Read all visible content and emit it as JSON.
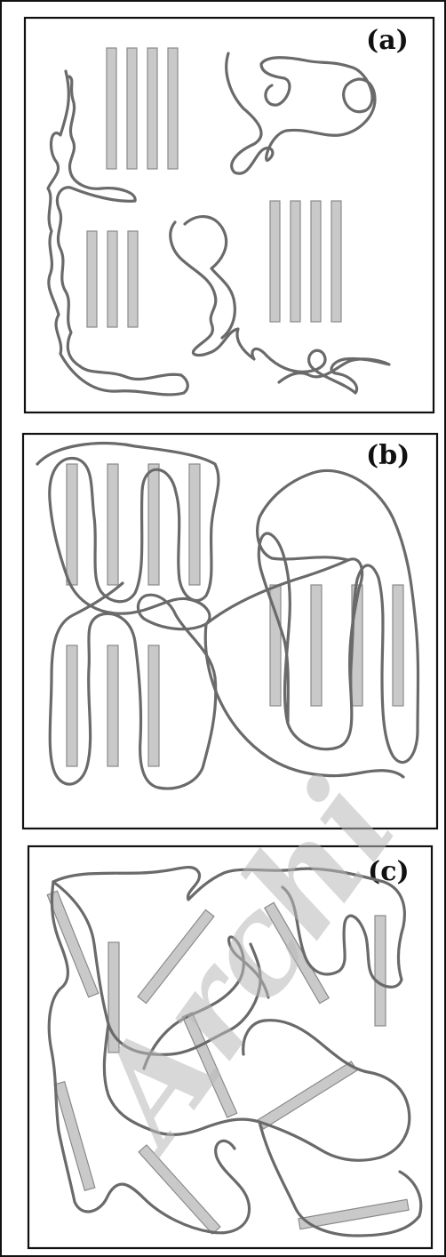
{
  "figure": {
    "panels": [
      {
        "id": "panel-a",
        "label": "(a)"
      },
      {
        "id": "panel-b",
        "label": "(b)"
      },
      {
        "id": "panel-c",
        "label": "(c)"
      }
    ],
    "watermark": "Archi",
    "colors": {
      "frame": "#111111",
      "bar_fill": "#c9c9c9",
      "bar_stroke": "#8a8a8a",
      "chain": "#6a6a6a",
      "watermark": "#b8b8b8"
    }
  }
}
